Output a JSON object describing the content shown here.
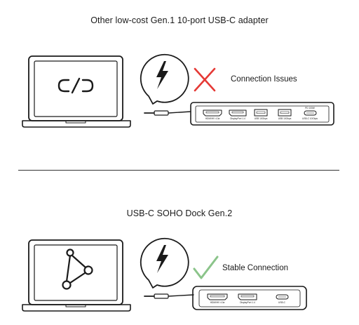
{
  "top_section": {
    "title": "Other low-cost Gen.1 10-port USB-C adapter",
    "status_label": "Connection Issues",
    "status_icon": "cross-icon",
    "status_color": "#e53935",
    "laptop_icon": "broken-link-icon",
    "bubble_icon": "lightning-icon",
    "ports": [
      {
        "label": "HDMI/HV 4.0a"
      },
      {
        "label": "DisplayPort 1.4"
      },
      {
        "label": "USB 10Gbps"
      },
      {
        "label": "USB 10Gbps"
      },
      {
        "label": "USB-C 10Gbps",
        "top_label": "PD 100W"
      }
    ]
  },
  "bottom_section": {
    "title": "USB-C SOHO Dock Gen.2",
    "status_label": "Stable Connection",
    "status_icon": "check-icon",
    "status_color": "#8bc48a",
    "laptop_icon": "network-triangle-icon",
    "bubble_icon": "lightning-icon",
    "ports": [
      {
        "label": "HDMI/HV 4.0a"
      },
      {
        "label": "DisplayPort 1.4"
      },
      {
        "label": "USB-C"
      }
    ]
  }
}
